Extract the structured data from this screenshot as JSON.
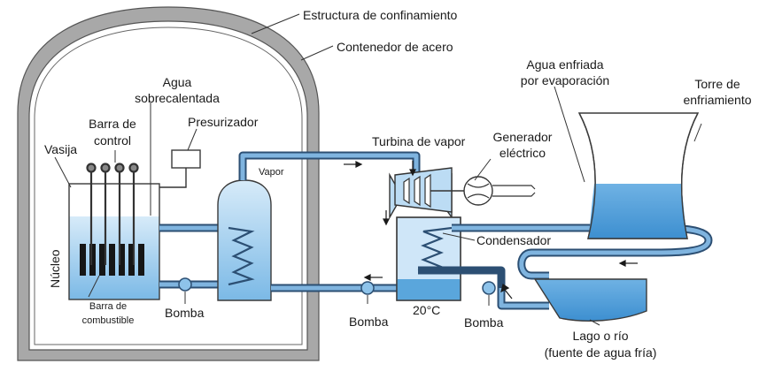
{
  "labels": {
    "containment_structure": "Estructura de confinamiento",
    "steel_container": "Contenedor de acero",
    "superheated_water_1": "Agua",
    "superheated_water_2": "sobrecalentada",
    "control_rod_1": "Barra de",
    "control_rod_2": "control",
    "vessel": "Vasija",
    "pressurizer": "Presurizador",
    "core": "Núcleo",
    "fuel_rod_1": "Barra de",
    "fuel_rod_2": "combustible",
    "pump_1": "Bomba",
    "steam": "Vapor",
    "steam_turbine": "Turbina de vapor",
    "generator_1": "Generador",
    "generator_2": "eléctrico",
    "cooled_water_1": "Agua enfriada",
    "cooled_water_2": "por evaporación",
    "cooling_tower_1": "Torre de",
    "cooling_tower_2": "enfriamiento",
    "condenser": "Condensador",
    "temperature": "20°C",
    "pump_2": "Bomba",
    "pump_3": "Bomba",
    "lake_1": "Lago o río",
    "lake_2": "(fuente de agua fría)"
  },
  "colors": {
    "containment": "#9a9a9a",
    "water": "#a9d2f0",
    "water_dark": "#5aa6dc",
    "pipe": "#2c4f73",
    "fuel": "#1a1a1a"
  }
}
